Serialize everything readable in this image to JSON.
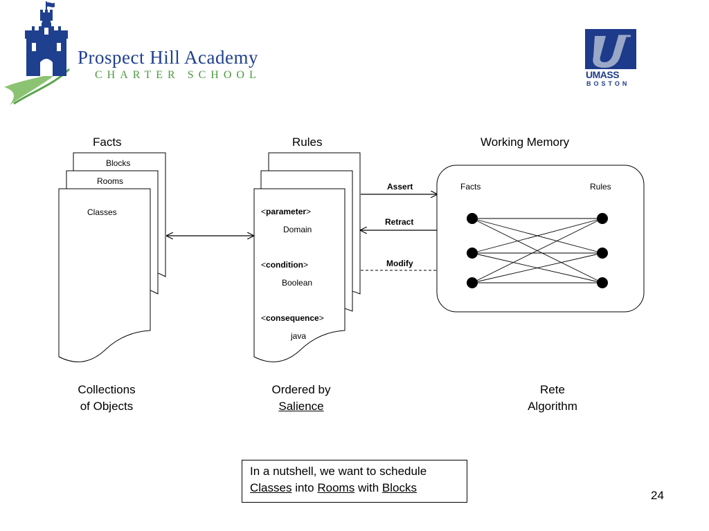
{
  "logos": {
    "pha": {
      "name": "Prospect Hill Academy",
      "sub": "CHARTER SCHOOL"
    },
    "umass": {
      "line1": "UMASS",
      "line2": "BOSTON"
    }
  },
  "headers": {
    "facts": "Facts",
    "rules": "Rules",
    "working_memory": "Working Memory"
  },
  "facts_stack": {
    "pages": [
      "Blocks",
      "Rooms",
      "Classes"
    ]
  },
  "rules_stack": {
    "parameter_tag": "parameter",
    "parameter_value": "Domain",
    "condition_tag": "condition",
    "condition_value": "Boolean",
    "consequence_tag": "consequence",
    "consequence_value": "java"
  },
  "arrows": {
    "assert": "Assert",
    "retract": "Retract",
    "modify": "Modify"
  },
  "working_memory": {
    "facts_label": "Facts",
    "rules_label": "Rules",
    "left_node_count": 3,
    "right_node_count": 3
  },
  "captions": {
    "facts_line1": "Collections",
    "facts_line2": "of Objects",
    "rules_line1": "Ordered by",
    "rules_line2": "Salience",
    "wm_line1": "Rete",
    "wm_line2": "Algorithm"
  },
  "nutshell": {
    "line1": "In a nutshell, we want to schedule",
    "word1": "Classes",
    "into": "into",
    "word2": "Rooms",
    "with": "with",
    "word3": "Blocks"
  },
  "slide_number": "24",
  "colors": {
    "pha_blue": "#1f3f8f",
    "pha_green": "#4a9a3e",
    "umass_blue": "#1e3a8a"
  }
}
